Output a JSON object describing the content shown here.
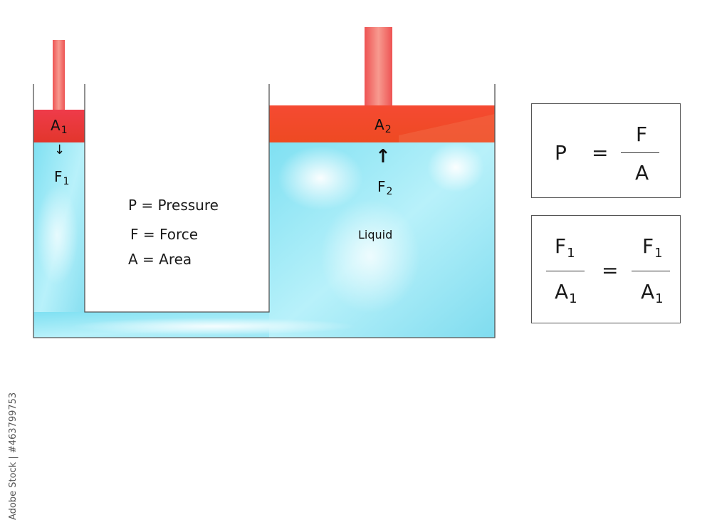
{
  "diagram": {
    "small_piston": {
      "area_label": "A",
      "area_sub": "1",
      "force_label": "F",
      "force_sub": "1",
      "arrow": "↓"
    },
    "large_piston": {
      "area_label": "A",
      "area_sub": "2",
      "force_label": "F",
      "force_sub": "2",
      "arrow": "↑"
    },
    "liquid_label": "Liquid",
    "legend": [
      {
        "text": "P = Pressure"
      },
      {
        "text": "F = Force"
      },
      {
        "text": "A = Area"
      }
    ],
    "colors": {
      "liquid": "#8fe6f5",
      "piston_small": "#e8433f",
      "piston_large": "#f2542f",
      "rod": "#ef5a5a",
      "wall": "#555555"
    }
  },
  "formula_pressure": {
    "lhs": "P",
    "equals": "=",
    "numerator": "F",
    "denominator": "A"
  },
  "formula_ratio": {
    "left_num": "F",
    "left_num_sub": "1",
    "left_den": "A",
    "left_den_sub": "1",
    "equals": "=",
    "right_num": "F",
    "right_num_sub": "1",
    "right_den": "A",
    "right_den_sub": "1"
  },
  "watermark": {
    "text": "Adobe Stock | #463799753"
  }
}
